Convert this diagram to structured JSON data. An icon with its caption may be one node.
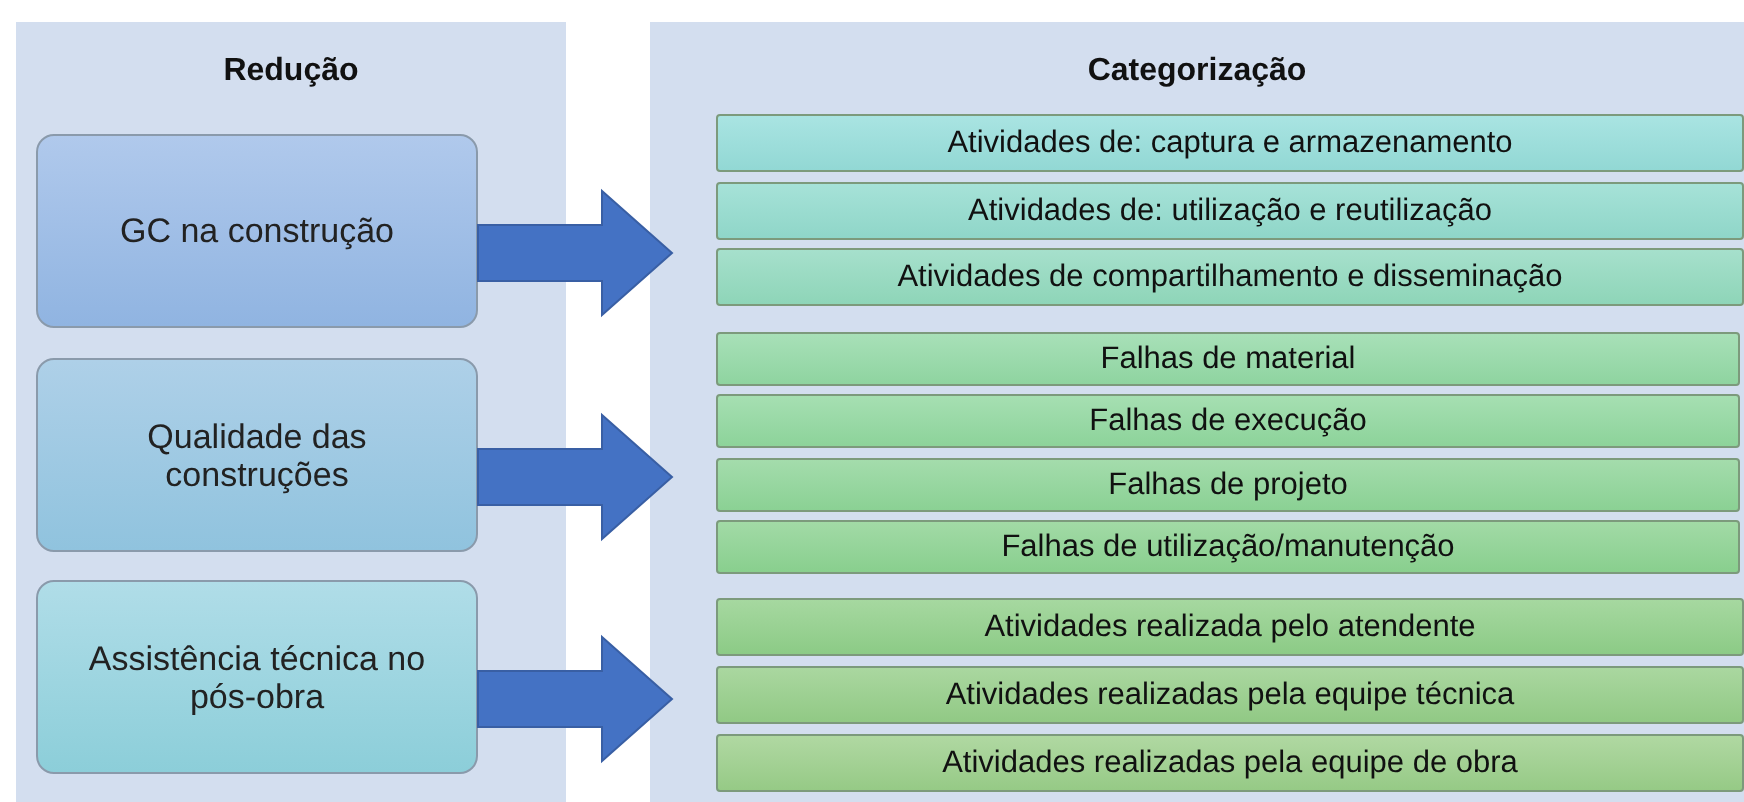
{
  "diagram": {
    "nodes": [
      {
        "text": [
          "Redução"
        ]
      },
      {
        "text": [
          "GC na construção"
        ],
        "in": 0
      },
      {
        "text": [
          "Qualidade das construções"
        ],
        "in": 0
      },
      {
        "text": [
          "Assistência técnica no pós-obra"
        ],
        "in": 0
      },
      {
        "text": [
          "Categorização"
        ]
      },
      {
        "text": [
          "Atividades de: captura e armazenamento"
        ],
        "in": 4
      },
      {
        "text": [
          "Atividades de: utilização e reutilização"
        ],
        "in": 4
      },
      {
        "text": [
          "Atividades de compartilhamento e disseminação"
        ],
        "in": 4
      },
      {
        "text": [
          "Falhas de material"
        ],
        "in": 4
      },
      {
        "text": [
          "Falhas de execução"
        ],
        "in": 4
      },
      {
        "text": [
          "Falhas de projeto"
        ],
        "in": 4
      },
      {
        "text": [
          "Falhas de utilização/manutenção"
        ],
        "in": 4
      },
      {
        "text": [
          "Atividades realizada pelo atendente"
        ],
        "in": 4
      },
      {
        "text": [
          "Atividades realizadas pela equipe técnica"
        ],
        "in": 4
      },
      {
        "text": [
          "Atividades realizadas pela equipe de obra"
        ],
        "in": 4
      }
    ],
    "edges": [
      {
        "from": 1,
        "to": null,
        "arrow": "to",
        "color": "#4472c4"
      },
      {
        "from": 2,
        "to": null,
        "arrow": "to",
        "color": "#4472c4"
      },
      {
        "from": 3,
        "to": null,
        "arrow": "to",
        "color": "#4472c4"
      }
    ]
  }
}
